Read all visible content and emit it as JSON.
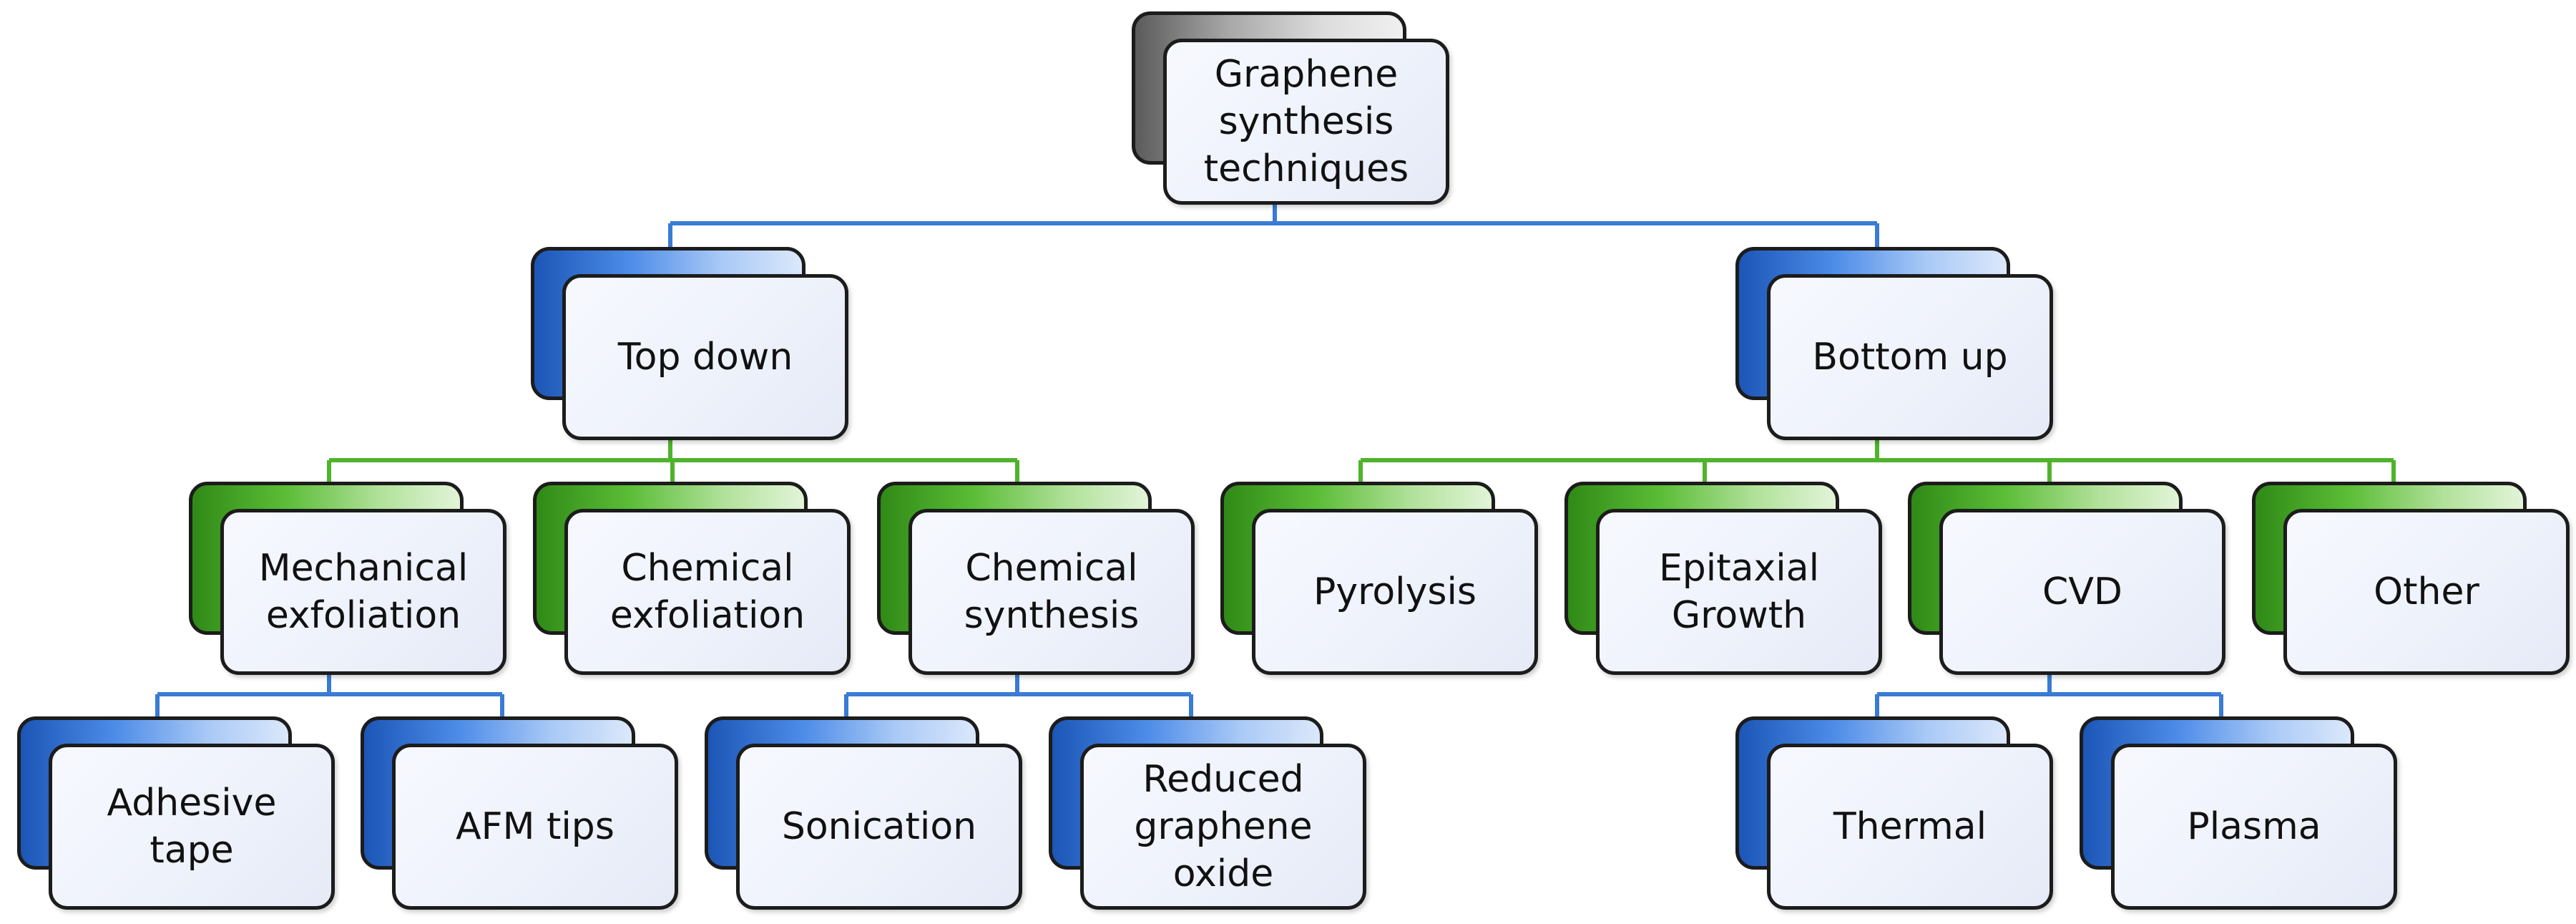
{
  "diagram": {
    "root": {
      "label": "Graphene\nsynthesis\ntechniques"
    },
    "level1": [
      {
        "label": "Top down"
      },
      {
        "label": "Bottom up"
      }
    ],
    "level2": [
      {
        "label": "Mechanical\nexfoliation"
      },
      {
        "label": "Chemical\nexfoliation"
      },
      {
        "label": "Chemical\nsynthesis"
      },
      {
        "label": "Pyrolysis"
      },
      {
        "label": "Epitaxial\nGrowth"
      },
      {
        "label": "CVD"
      },
      {
        "label": "Other"
      }
    ],
    "level3": [
      {
        "label": "Adhesive\ntape"
      },
      {
        "label": "AFM tips"
      },
      {
        "label": "Sonication"
      },
      {
        "label": "Reduced\ngraphene\noxide"
      },
      {
        "label": "Thermal"
      },
      {
        "label": "Plasma"
      }
    ],
    "colors": {
      "connector_blue": "#3a7bd5",
      "connector_green": "#4fb32c",
      "root_accent": "#8c8c8c",
      "blue_accent": "#2a6dd0",
      "green_accent": "#4fb32c"
    }
  }
}
